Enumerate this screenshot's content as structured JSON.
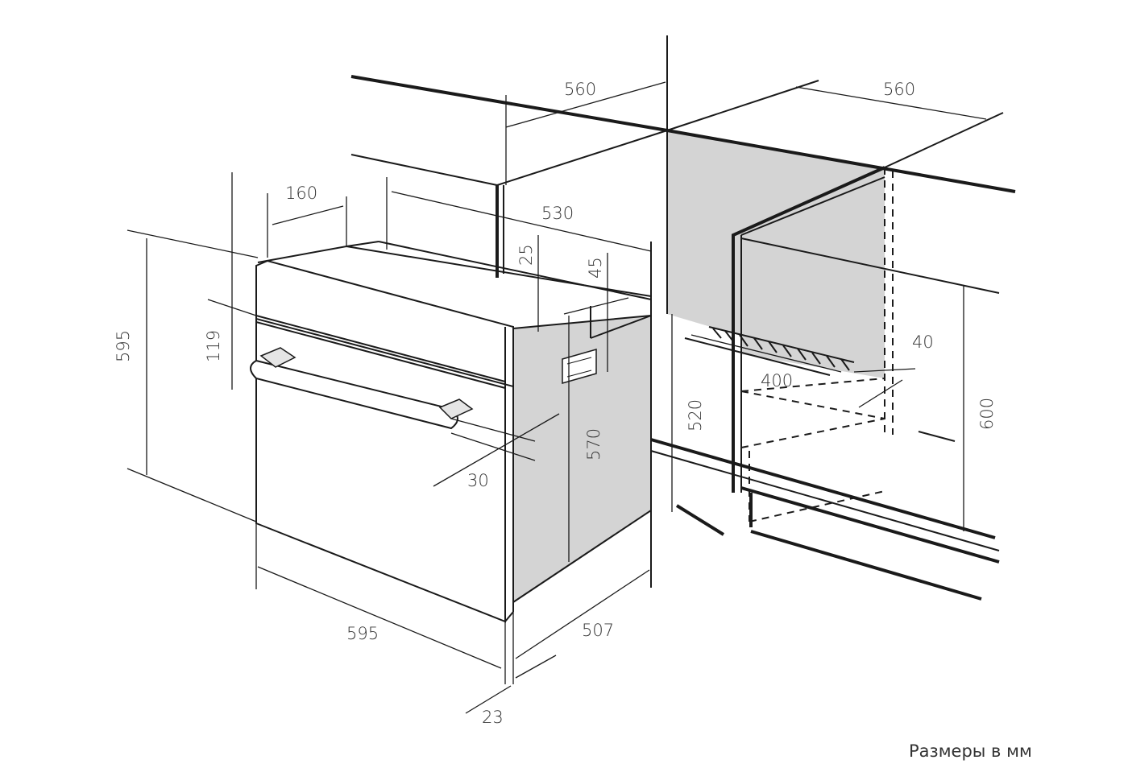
{
  "diagram": {
    "dimensions": {
      "cabinet_width_left": "560",
      "cabinet_width_right": "560",
      "top_depth_160": "160",
      "oven_depth_530": "530",
      "top_gap_25": "25",
      "top_gap_45": "45",
      "front_height_595": "595",
      "panel_height_119": "119",
      "body_height_570": "570",
      "niche_height_520": "520",
      "vent_width_400": "400",
      "vent_depth_40": "40",
      "niche_height_600": "600",
      "handle_offset_30": "30",
      "front_width_595": "595",
      "body_depth_507": "507",
      "front_thickness_23": "23"
    },
    "caption": "Размеры в мм"
  }
}
